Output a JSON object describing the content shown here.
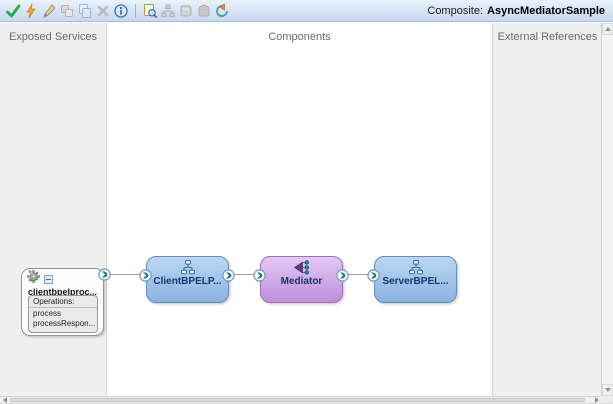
{
  "toolbar": {
    "composite_label": "Composite:",
    "composite_name": "AsyncMediatorSample",
    "icons": [
      {
        "name": "validate-icon",
        "enabled": true
      },
      {
        "name": "debug-icon",
        "enabled": true
      },
      {
        "name": "edit-icon",
        "enabled": true
      },
      {
        "name": "copy-icon",
        "enabled": false
      },
      {
        "name": "paste-icon",
        "enabled": false
      },
      {
        "name": "delete-icon",
        "enabled": false
      },
      {
        "name": "info-icon",
        "enabled": true
      },
      {
        "name": "find-icon",
        "enabled": true
      },
      {
        "name": "components-icon",
        "enabled": false
      },
      {
        "name": "archive-icon",
        "enabled": false
      },
      {
        "name": "deploy-icon",
        "enabled": false
      },
      {
        "name": "navigate-icon",
        "enabled": true
      }
    ]
  },
  "lanes": {
    "exposed_services": "Exposed Services",
    "components": "Components",
    "external_references": "External References"
  },
  "service_node": {
    "name": "clientbpelproc...",
    "operations_label": "Operations:",
    "operations": [
      "process",
      "processRespon..."
    ]
  },
  "component_nodes": [
    {
      "name": "ClientBPELP...",
      "type": "bpel"
    },
    {
      "name": "Mediator",
      "type": "mediator"
    },
    {
      "name": "ServerBPEL...",
      "type": "bpel"
    }
  ],
  "colors": {
    "toolbar_top": "#eaf2fc",
    "toolbar_bottom": "#c7d9f0",
    "lane_gray": "#efefef",
    "bpel_fill_top": "#bdd7f1",
    "bpel_fill_bottom": "#8ab3e2",
    "bpel_border": "#5f8cc0",
    "mediator_fill_top": "#e2c9f3",
    "mediator_fill_bottom": "#c08fdc",
    "mediator_border": "#9e6cbb",
    "badge_teal": "#0f7d8e",
    "node_label": "#16356e"
  }
}
